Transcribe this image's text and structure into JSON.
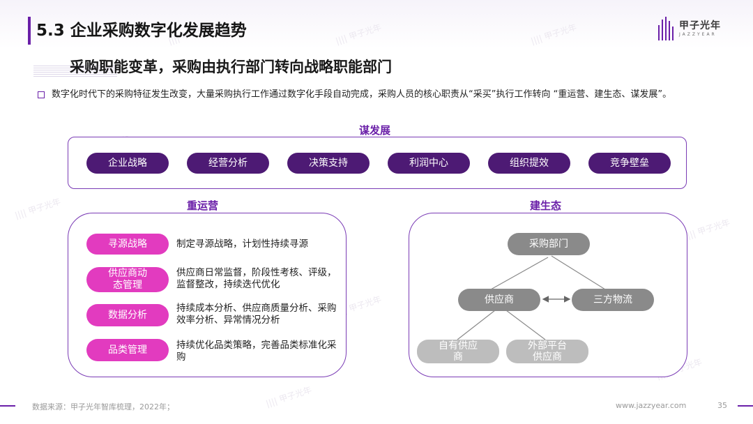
{
  "header": {
    "title": "5.3 企业采购数字化发展趋势",
    "logo_name": "甲子光年",
    "logo_sub": "JAZZYEAR"
  },
  "subtitle": "采购职能变革，采购由执行部门转向战略职能部门",
  "bullet": "数字化时代下的采购特征发生改变，大量采购执行工作通过数字化手段自动完成，采购人员的核心职责从“采买”执行工作转向 “重运营、建生态、谋发展”。",
  "top_section": {
    "label": "谋发展",
    "items": [
      "企业战略",
      "经营分析",
      "决策支持",
      "利润中心",
      "组织提效",
      "竞争壁垒"
    ]
  },
  "left_section": {
    "label": "重运营",
    "rows": [
      {
        "tag": "寻源战略",
        "desc": "制定寻源战略，计划性持续寻源"
      },
      {
        "tag": "供应商动态管理",
        "desc": "供应商日常监督，阶段性考核、评级，监督整改，持续迭代优化"
      },
      {
        "tag": "数据分析",
        "desc": "持续成本分析、供应商质量分析、采购效率分析、异常情况分析"
      },
      {
        "tag": "品类管理",
        "desc": "持续优化品类策略，完善品类标准化采购"
      }
    ]
  },
  "right_section": {
    "label": "建生态",
    "nodes": {
      "procurement": "采购部门",
      "supplier": "供应商",
      "logistics": "三方物流",
      "own_supplier": "自有供应商",
      "platform_supplier": "外部平台供应商"
    }
  },
  "footer": {
    "source": "数据来源：甲子光年智库梳理，2022年；",
    "url": "www.jazzyear.com",
    "page": "35"
  },
  "colors": {
    "accent": "#6a1fa8",
    "dark_pill": "#4d1a74",
    "pink_pill": "#e23bbf",
    "node_dark": "#8a8a8a",
    "node_light": "#bdbdbd"
  }
}
